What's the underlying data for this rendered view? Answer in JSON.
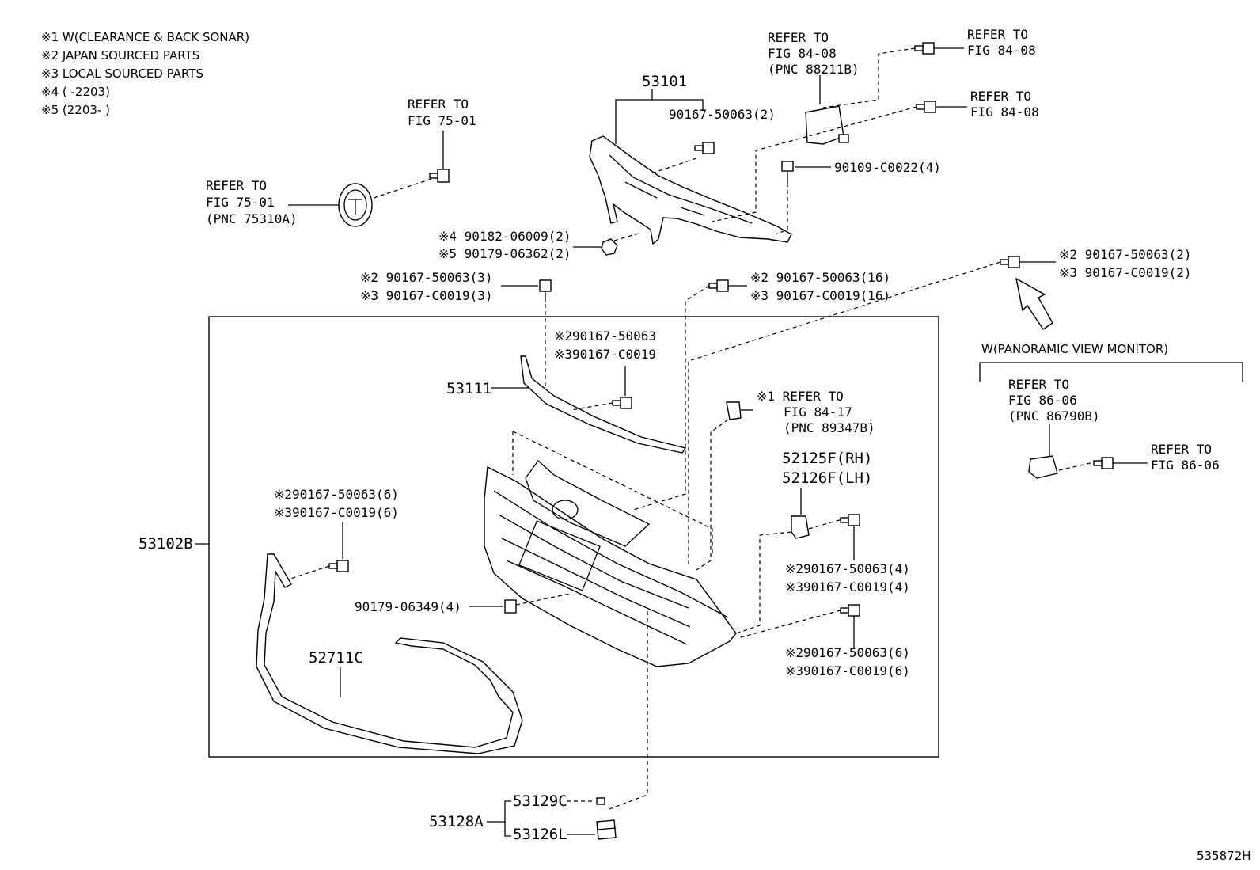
{
  "notes": [
    "※1 W(CLEARANCE & BACK SONAR)",
    "※2 JAPAN SOURCED PARTS",
    "※3 LOCAL SOURCED PARTS",
    "※4 (      -2203)",
    "※5 (2203-      )"
  ],
  "figure_id": "535872H",
  "labels": {
    "l_53101": "53101",
    "l_90167_50063_2a": "90167-50063(2)",
    "l_refer_84_08_a1": "REFER TO",
    "l_refer_84_08_a2": "FIG 84-08",
    "l_refer_84_08_a3": "(PNC 88211B)",
    "l_refer_84_08_b1": "REFER TO",
    "l_refer_84_08_b2": "FIG 84-08",
    "l_refer_84_08_c1": "REFER TO",
    "l_refer_84_08_c2": "FIG 84-08",
    "l_90109": "90109-C0022(4)",
    "l_refer_75_01_a1": "REFER TO",
    "l_refer_75_01_a2": "FIG 75-01",
    "l_refer_75_01_b1": "REFER TO",
    "l_refer_75_01_b2": "FIG 75-01",
    "l_refer_75_01_b3": "(PNC 75310A)",
    "l_n4": "※4 90182-06009(2)",
    "l_n5": "※5 90179-06362(2)",
    "l_c2_3": "※2 90167-50063(3)",
    "l_c3_3": "※3 90167-C0019(3)",
    "l_c2_16": "※2 90167-50063(16)",
    "l_c3_16": "※3 90167-C0019(16)",
    "l_c2_2r": "※2 90167-50063(2)",
    "l_c3_2r": "※3 90167-C0019(2)",
    "l_pvm": "W(PANORAMIC VIEW MONITOR)",
    "l_refer_86_06_a1": "REFER TO",
    "l_refer_86_06_a2": "FIG 86-06",
    "l_refer_86_06_a3": "(PNC 86790B)",
    "l_refer_86_06_b1": "REFER TO",
    "l_refer_86_06_b2": "FIG 86-06",
    "l_c2_mid": "※290167-50063",
    "l_c3_mid": "※390167-C0019",
    "l_53111": "53111",
    "l_n1_ref1": "※1 REFER TO",
    "l_n1_ref2": "FIG 84-17",
    "l_n1_ref3": "(PNC 89347B)",
    "l_52125": "52125F(RH)",
    "l_52126": "52126F(LH)",
    "l_c2_6l": "※290167-50063(6)",
    "l_c3_6l": "※390167-C0019(6)",
    "l_53102": "53102B",
    "l_90179_06349": "90179-06349(4)",
    "l_52711": "52711C",
    "l_c2_4": "※290167-50063(4)",
    "l_c3_4": "※390167-C0019(4)",
    "l_c2_6r": "※290167-50063(6)",
    "l_c3_6r": "※390167-C0019(6)",
    "l_53128": "53128A",
    "l_53129": "53129C",
    "l_53126": "53126L"
  }
}
